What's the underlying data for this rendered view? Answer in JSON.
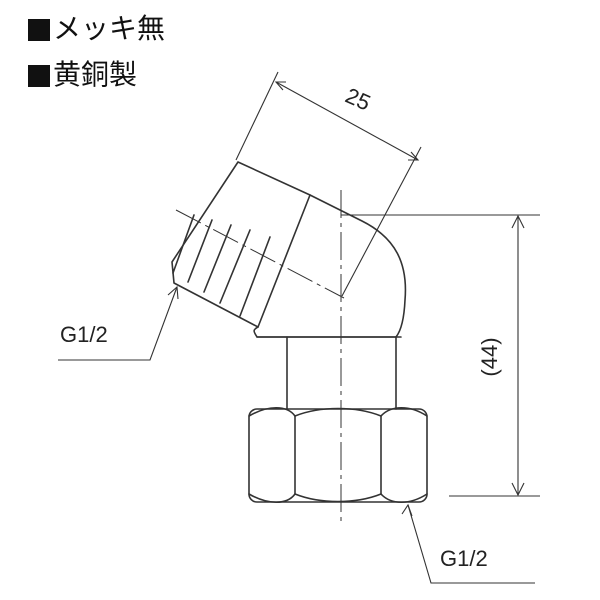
{
  "specs": [
    {
      "text": "メッキ無"
    },
    {
      "text": "黄銅製"
    }
  ],
  "dimensions": {
    "length": "25",
    "height": "(44)"
  },
  "thread_labels": {
    "top": "G1/2",
    "bottom": "G1/2"
  },
  "colors": {
    "line": "#333333",
    "text": "#111111"
  }
}
